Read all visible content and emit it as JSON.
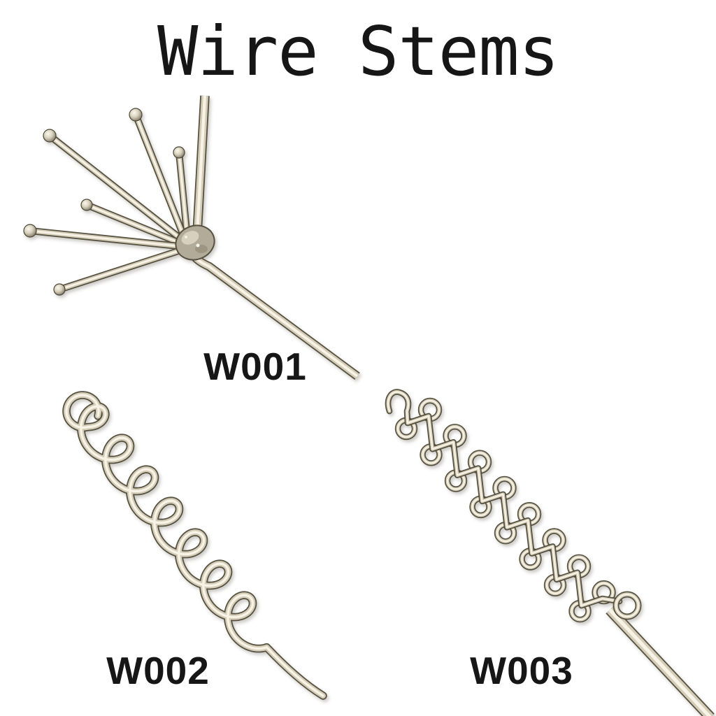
{
  "title": "Wire Stems",
  "products": [
    {
      "code": "W001"
    },
    {
      "code": "W002"
    },
    {
      "code": "W003"
    }
  ],
  "colors": {
    "background": "#ffffff",
    "text": "#161616",
    "wire_highlight": "#f7f3e6",
    "wire_mid": "#d5cdb8",
    "wire_shadow": "#4f4a3a",
    "solder_blob": "#b3ab99"
  }
}
